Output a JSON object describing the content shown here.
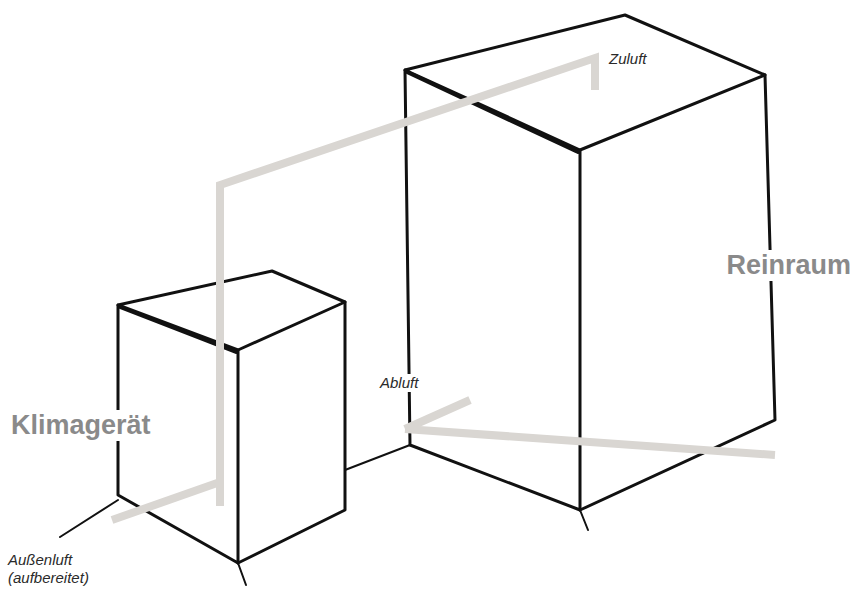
{
  "diagram": {
    "nodes": [
      {
        "text": [
          "Klimagerät"
        ]
      },
      {
        "text": [
          "Reinraum"
        ]
      }
    ],
    "edges": [
      {
        "from": 0,
        "to": 1,
        "arrow": "none",
        "label": "Zuluft"
      },
      {
        "from": 1,
        "to": 0,
        "arrow": "none",
        "label": "Abluft"
      }
    ],
    "labels": [
      "Außenluft (aufbereitet)"
    ]
  }
}
